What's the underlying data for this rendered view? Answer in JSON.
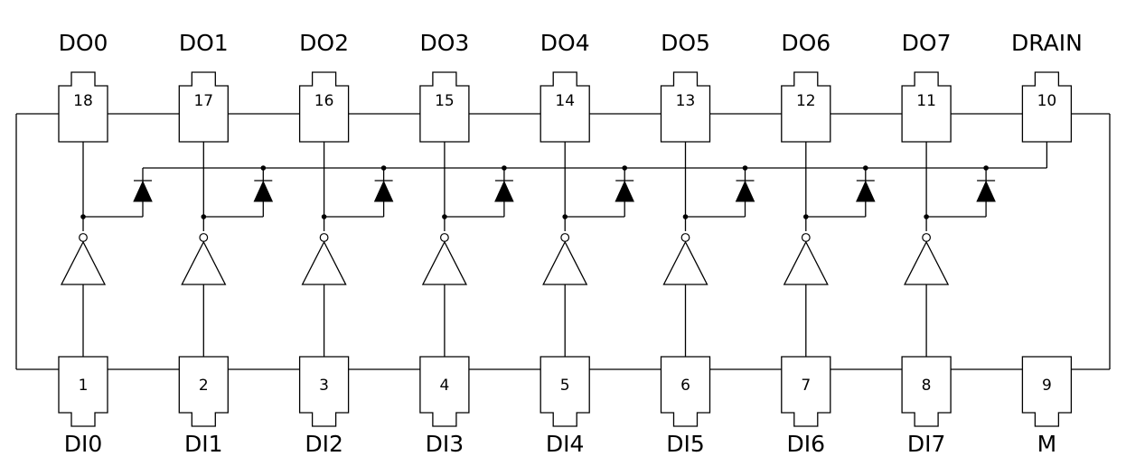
{
  "diagram": {
    "top_pins": [
      {
        "label": "DO0",
        "number": "18"
      },
      {
        "label": "DO1",
        "number": "17"
      },
      {
        "label": "DO2",
        "number": "16"
      },
      {
        "label": "DO3",
        "number": "15"
      },
      {
        "label": "DO4",
        "number": "14"
      },
      {
        "label": "DO5",
        "number": "13"
      },
      {
        "label": "DO6",
        "number": "12"
      },
      {
        "label": "DO7",
        "number": "11"
      },
      {
        "label": "DRAIN",
        "number": "10"
      }
    ],
    "bottom_pins": [
      {
        "label": "DI0",
        "number": "1"
      },
      {
        "label": "DI1",
        "number": "2"
      },
      {
        "label": "DI2",
        "number": "3"
      },
      {
        "label": "DI3",
        "number": "4"
      },
      {
        "label": "DI4",
        "number": "5"
      },
      {
        "label": "DI5",
        "number": "6"
      },
      {
        "label": "DI6",
        "number": "7"
      },
      {
        "label": "DI7",
        "number": "8"
      },
      {
        "label": "M",
        "number": "9"
      }
    ],
    "channel_count": 8
  }
}
